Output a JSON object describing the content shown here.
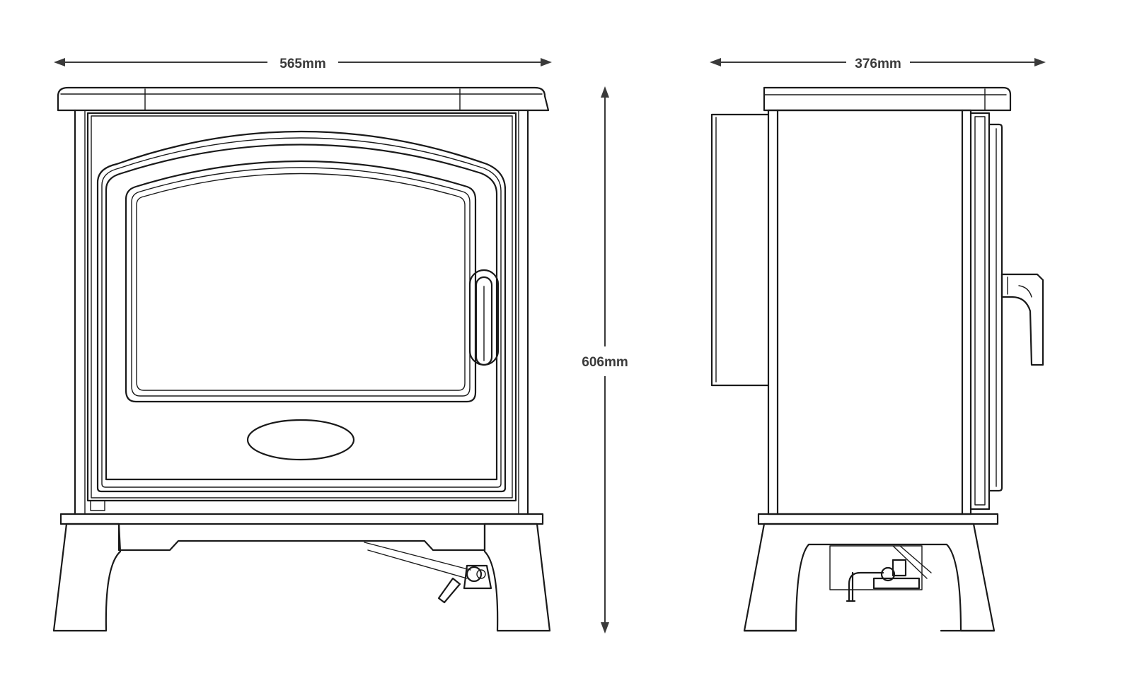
{
  "dimensions": {
    "width": "565mm",
    "depth": "376mm",
    "height": "606mm"
  }
}
